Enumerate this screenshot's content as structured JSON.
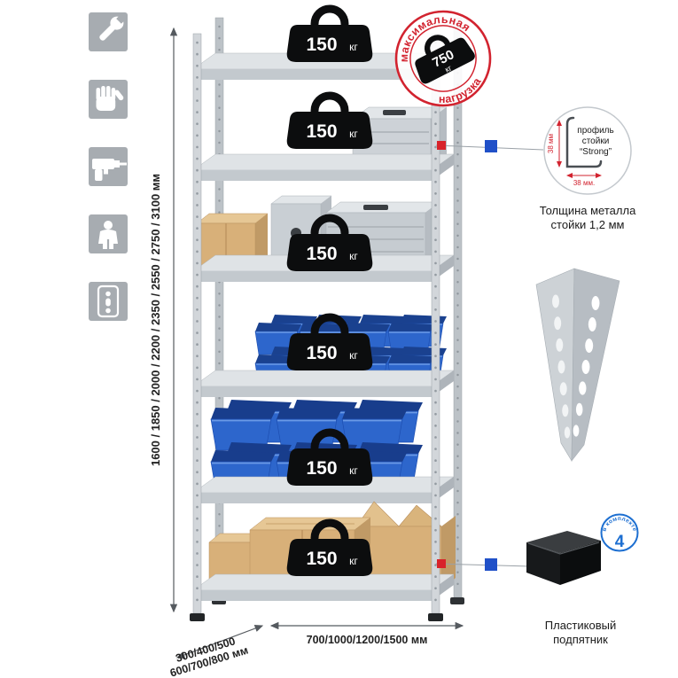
{
  "colors": {
    "stamp_red": "#d2232f",
    "marker_red": "#d8232a",
    "marker_blue": "#2050c8",
    "badge_blue": "#1d6fd1",
    "bin_blue": "#2d66cc",
    "metal_gray": "#d2d6da"
  },
  "sidebar": {
    "icons": [
      {
        "name": "wrench-icon"
      },
      {
        "name": "glove-icon"
      },
      {
        "name": "drill-icon"
      },
      {
        "name": "person-icon"
      },
      {
        "name": "perforated-profile-icon"
      }
    ]
  },
  "rack": {
    "shelves": [
      {
        "load_value": "150",
        "load_unit": "кг"
      },
      {
        "load_value": "150",
        "load_unit": "кг"
      },
      {
        "load_value": "150",
        "load_unit": "кг"
      },
      {
        "load_value": "150",
        "load_unit": "кг"
      },
      {
        "load_value": "150",
        "load_unit": "кг"
      },
      {
        "load_value": "150",
        "load_unit": "кг"
      }
    ],
    "max_load_stamp": {
      "arc_top": "максимальная",
      "arc_bottom": "нагрузка",
      "value": "750",
      "unit": "кг"
    }
  },
  "dimensions": {
    "height": "1600 / 1850 / 2000 / 2200 / 2350 / 2550 / 2750 / 3100 мм",
    "depth_line1": "300/400/500",
    "depth_line2": "600/700/800 мм",
    "width": "700/1000/1200/1500 мм"
  },
  "annotations": {
    "profile": {
      "label_line1": "профиль",
      "label_line2": "стойки",
      "label_line3": "“Strong”",
      "dim_vertical": "38 мм",
      "dim_horizontal": "38 мм.",
      "caption_line1": "Толщина металла",
      "caption_line2": "стойки 1,2 мм"
    },
    "foot": {
      "badge_value": "4",
      "badge_text": "в комплекте",
      "caption_line1": "Пластиковый",
      "caption_line2": "подпятник"
    }
  }
}
